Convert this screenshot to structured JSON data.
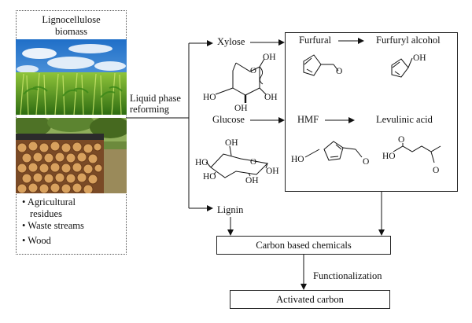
{
  "biomass": {
    "title_line1": "Lignocellulose",
    "title_line2": "biomass",
    "bullet1_line1": "Agricultural",
    "bullet1_line2": "residues",
    "bullet2": "Waste streams",
    "bullet3": "Wood",
    "bullet_symbol": "•"
  },
  "process": {
    "step1_line1": "Liquid phase",
    "step1_line2": "reforming",
    "functionalization": "Functionalization"
  },
  "fractions": {
    "xylose": "Xylose",
    "glucose": "Glucose",
    "lignin": "Lignin"
  },
  "products": {
    "furfural": "Furfural",
    "furfuryl_alcohol": "Furfuryl alcohol",
    "hmf": "HMF",
    "levulinic_acid": "Levulinic acid"
  },
  "atoms": {
    "oh": "OH",
    "ho": "HO",
    "o": "O"
  },
  "outputs": {
    "carbon_chemicals": "Carbon based chemicals",
    "activated_carbon": "Activated carbon"
  }
}
